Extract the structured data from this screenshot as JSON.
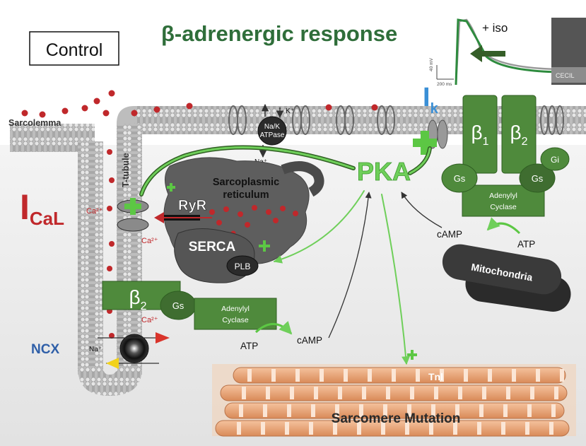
{
  "title": "β-adrenergic response",
  "control_label": "Control",
  "membrane": {
    "sarcolemma": "Sarcolemma",
    "t_tubule": "T-tubule"
  },
  "pump": {
    "label_line1": "Na/K",
    "label_line2": "ATPase",
    "k_ion": "K⁺",
    "na_ion": "Na⁺"
  },
  "ik": {
    "letter": "I",
    "subscript": "k"
  },
  "ical": {
    "letter": "I",
    "subscript": "CaL"
  },
  "ca_label": "Ca²⁺",
  "ryr": "RyR",
  "sr": {
    "line1": "Sarcoplasmic",
    "line2": "reticulum"
  },
  "serca": "SERCA",
  "plb": "PLB",
  "pka": "PKA",
  "beta1_receptor": {
    "beta1": "β",
    "beta1_sub": "1",
    "beta2": "β",
    "beta2_sub": "2",
    "gs": "Gs",
    "gi": "Gi",
    "ac_line1": "Adenylyl",
    "ac_line2": "Cyclase",
    "camp": "cAMP",
    "atp": "ATP"
  },
  "beta2_receptor": {
    "beta2": "β",
    "beta2_sub": "2",
    "gs": "Gs",
    "ac_line1": "Adenylyl",
    "ac_line2": "Cyclase",
    "camp": "cAMP",
    "atp": "ATP"
  },
  "ncx": {
    "label": "NCX",
    "na": "Na⁺",
    "ca": "Ca²⁺"
  },
  "troponin": "Tnl",
  "sarcomere": "Sarcomere Mutation",
  "mitochondria": "Mitochondria",
  "inset": {
    "iso": "+ iso",
    "mv": "40 mV",
    "ms": "200 ms",
    "cecil": "CECIL"
  },
  "colors": {
    "title_green": "#2f6e3a",
    "receptor_green": "#4f8a3c",
    "pka_green": "#6fcf5a",
    "ca_red": "#c0282b",
    "ik_blue": "#3a8fd6",
    "ncx_blue": "#2f5fa8",
    "sarcomere_orange": "#e9a77a"
  }
}
